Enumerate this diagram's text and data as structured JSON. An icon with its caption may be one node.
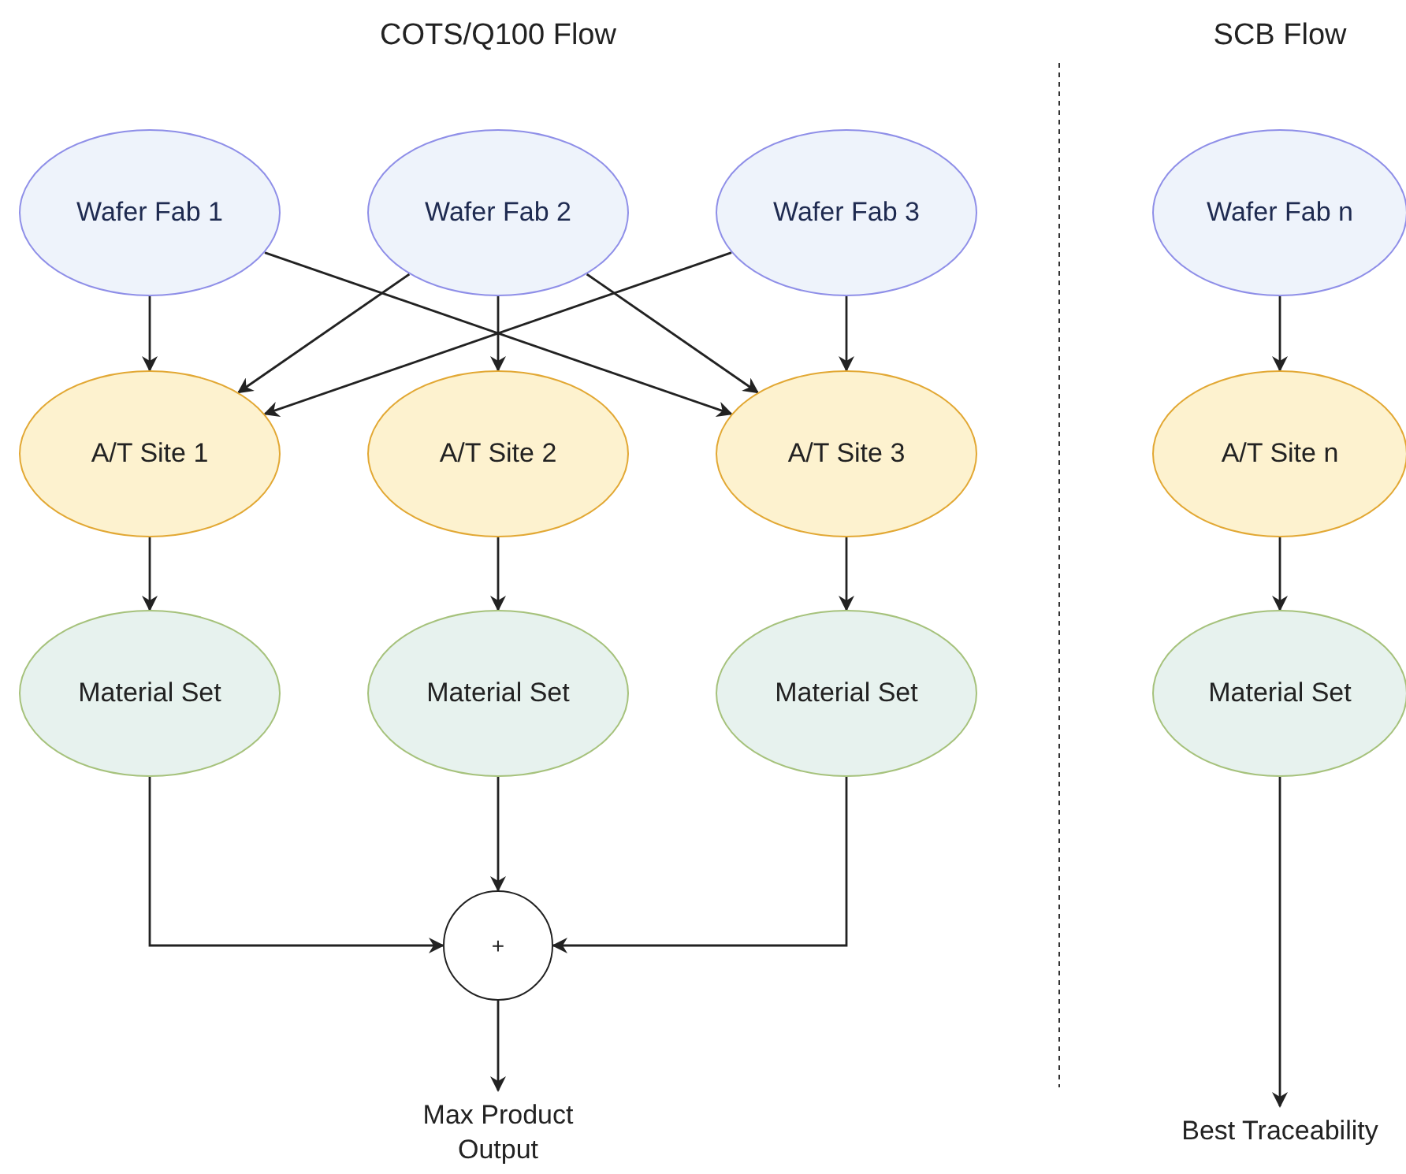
{
  "diagram": {
    "nodes": [
      {
        "text": [
          "Wafer Fab 1"
        ]
      },
      {
        "text": [
          "Wafer Fab 2"
        ]
      },
      {
        "text": [
          "Wafer Fab 3"
        ]
      },
      {
        "text": [
          "A/T Site 1"
        ]
      },
      {
        "text": [
          "A/T Site 2"
        ]
      },
      {
        "text": [
          "A/T Site 3"
        ]
      },
      {
        "text": [
          "Material Set"
        ]
      },
      {
        "text": [
          "Material Set"
        ]
      },
      {
        "text": [
          "Material Set"
        ]
      },
      {
        "text": [
          "+"
        ]
      },
      {
        "text": [
          "Max Product Output"
        ]
      },
      {
        "text": [
          "Wafer Fab n"
        ]
      },
      {
        "text": [
          "A/T Site n"
        ]
      },
      {
        "text": [
          "Material Set"
        ]
      },
      {
        "text": [
          "Best Traceability"
        ]
      }
    ],
    "edges": [
      {
        "from": 0,
        "to": 3,
        "arrow": "to"
      },
      {
        "from": 0,
        "to": 5,
        "arrow": "to"
      },
      {
        "from": 1,
        "to": 3,
        "arrow": "to"
      },
      {
        "from": 1,
        "to": 4,
        "arrow": "to"
      },
      {
        "from": 1,
        "to": 5,
        "arrow": "to"
      },
      {
        "from": 2,
        "to": 3,
        "arrow": "to"
      },
      {
        "from": 2,
        "to": 5,
        "arrow": "to"
      },
      {
        "from": 3,
        "to": 6,
        "arrow": "to"
      },
      {
        "from": 4,
        "to": 7,
        "arrow": "to"
      },
      {
        "from": 5,
        "to": 8,
        "arrow": "to"
      },
      {
        "from": 6,
        "to": 9,
        "arrow": "to"
      },
      {
        "from": 7,
        "to": 9,
        "arrow": "to"
      },
      {
        "from": 8,
        "to": 9,
        "arrow": "to"
      },
      {
        "from": 9,
        "to": 10,
        "arrow": "to"
      },
      {
        "from": 11,
        "to": 12,
        "arrow": "to"
      },
      {
        "from": 12,
        "to": 13,
        "arrow": "to"
      },
      {
        "from": 13,
        "to": 14,
        "arrow": "to"
      }
    ],
    "labels": [
      "COTS/Q100 Flow",
      "SCB Flow"
    ]
  }
}
